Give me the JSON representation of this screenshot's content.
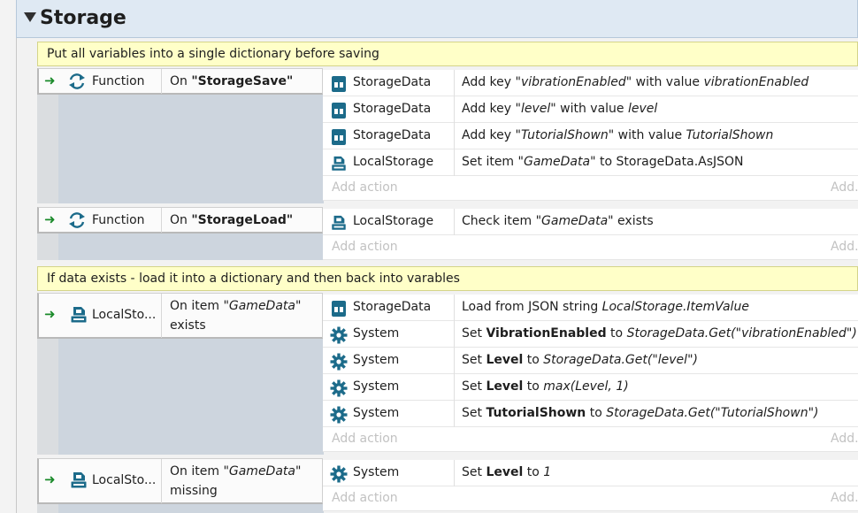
{
  "group": {
    "title": "Storage"
  },
  "comments": [
    "Put all variables into a single dictionary before saving",
    "If data exists - load it into a dictionary and then back into varables"
  ],
  "events": [
    {
      "condition": {
        "object": "Function",
        "icon": "function-icon",
        "text_pre": "On ",
        "name": "\"StorageSave\"",
        "text_post": ""
      },
      "actions": [
        {
          "icon": "dictionary-icon",
          "object": "StorageData",
          "parts": [
            [
              "",
              "Add key "
            ],
            [
              "it",
              "\"vibrationEnabled\""
            ],
            [
              "",
              " with value "
            ],
            [
              "it",
              "vibrationEnabled"
            ]
          ]
        },
        {
          "icon": "dictionary-icon",
          "object": "StorageData",
          "parts": [
            [
              "",
              "Add key "
            ],
            [
              "it",
              "\"level\""
            ],
            [
              "",
              " with value "
            ],
            [
              "it",
              "level"
            ]
          ]
        },
        {
          "icon": "dictionary-icon",
          "object": "StorageData",
          "parts": [
            [
              "",
              "Add key "
            ],
            [
              "it",
              "\"TutorialShown\""
            ],
            [
              "",
              " with value "
            ],
            [
              "it",
              "TutorialShown"
            ]
          ]
        },
        {
          "icon": "local-storage-icon",
          "object": "LocalStorage",
          "parts": [
            [
              "",
              "Set item "
            ],
            [
              "it",
              "\"GameData\""
            ],
            [
              "",
              " to StorageData.AsJSON"
            ]
          ]
        }
      ]
    },
    {
      "condition": {
        "object": "Function",
        "icon": "function-icon",
        "text_pre": "On ",
        "name": "\"StorageLoad\"",
        "text_post": ""
      },
      "actions": [
        {
          "icon": "local-storage-icon",
          "object": "LocalStorage",
          "parts": [
            [
              "",
              "Check item "
            ],
            [
              "it",
              "\"GameData\""
            ],
            [
              "",
              " exists"
            ]
          ]
        }
      ]
    },
    {
      "condition": {
        "object": "LocalSto...",
        "icon": "local-storage-icon",
        "line1_pre": "On item ",
        "line1_it": "\"GameData\"",
        "line2": "exists"
      },
      "actions": [
        {
          "icon": "dictionary-icon",
          "object": "StorageData",
          "parts": [
            [
              "",
              "Load from JSON string "
            ],
            [
              "it",
              "LocalStorage.ItemValue"
            ]
          ]
        },
        {
          "icon": "gear-icon",
          "object": "System",
          "parts": [
            [
              "",
              "Set "
            ],
            [
              "bd",
              "VibrationEnabled"
            ],
            [
              "",
              " to "
            ],
            [
              "it",
              "StorageData.Get(\"vibrationEnabled\")"
            ]
          ]
        },
        {
          "icon": "gear-icon",
          "object": "System",
          "parts": [
            [
              "",
              "Set "
            ],
            [
              "bd",
              "Level"
            ],
            [
              "",
              " to "
            ],
            [
              "it",
              "StorageData.Get(\"level\")"
            ]
          ]
        },
        {
          "icon": "gear-icon",
          "object": "System",
          "parts": [
            [
              "",
              "Set "
            ],
            [
              "bd",
              "Level"
            ],
            [
              "",
              " to "
            ],
            [
              "it",
              "max(Level, 1)"
            ]
          ]
        },
        {
          "icon": "gear-icon",
          "object": "System",
          "parts": [
            [
              "",
              "Set "
            ],
            [
              "bd",
              "TutorialShown"
            ],
            [
              "",
              " to "
            ],
            [
              "it",
              "StorageData.Get(\"TutorialShown\")"
            ]
          ]
        }
      ]
    },
    {
      "condition": {
        "object": "LocalSto...",
        "icon": "local-storage-icon",
        "line1_pre": "On item ",
        "line1_it": "\"GameData\"",
        "line2": "missing"
      },
      "actions": [
        {
          "icon": "gear-icon",
          "object": "System",
          "parts": [
            [
              "",
              "Set "
            ],
            [
              "bd",
              "Level"
            ],
            [
              "",
              " to "
            ],
            [
              "it",
              "1"
            ]
          ]
        }
      ]
    }
  ],
  "labels": {
    "add_action": "Add action",
    "add_right": "Add..."
  },
  "colors": {
    "icon_teal": "#1c6b8a",
    "arrow_green": "#1a8a2a",
    "comment_bg": "#ffffc8"
  }
}
